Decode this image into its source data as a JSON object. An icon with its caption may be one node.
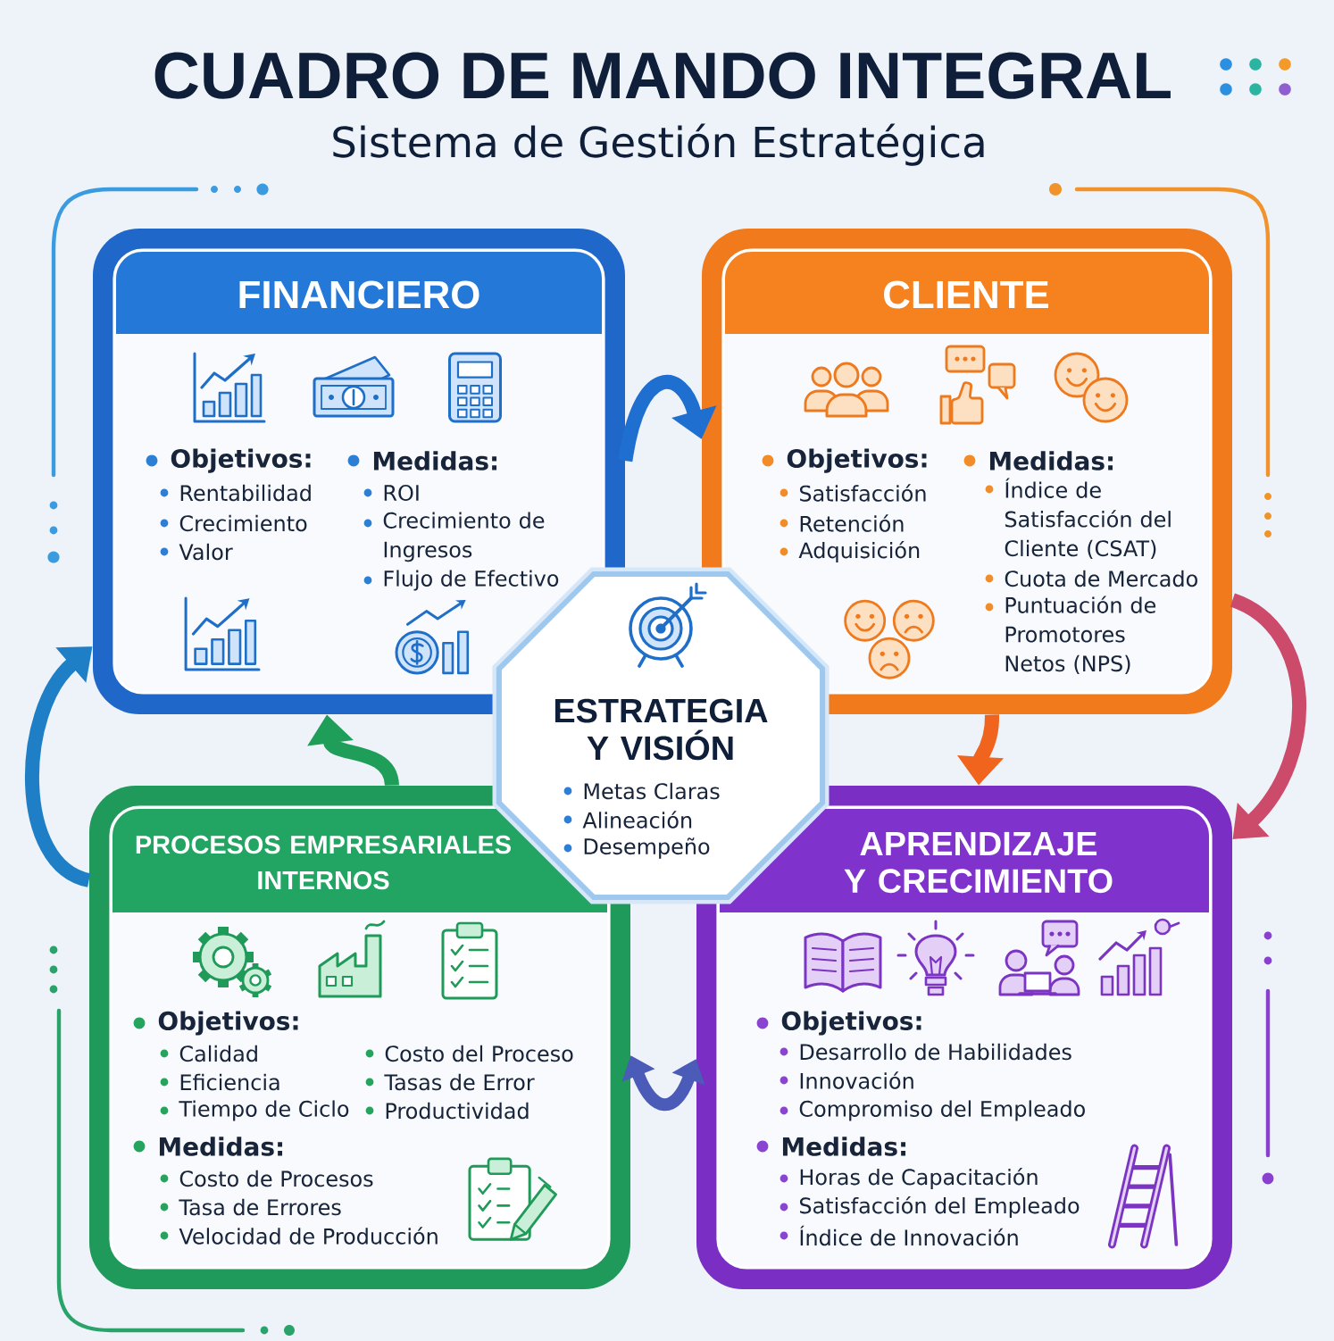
{
  "diagram": {
    "title": "CUADRO DE MANDO INTEGRAL",
    "nodes": [
      {
        "text": [
          "FINANCIERO",
          "Objetivos:",
          "Rentabilidad",
          "Crecimiento",
          "Valor",
          "Medidas:",
          "ROI",
          "Crecimiento de Ingresos",
          "Flujo de Efectivo"
        ]
      },
      {
        "text": [
          "CLIENTE",
          "Objetivos:",
          "Satisfacción",
          "Retención",
          "Adquisición",
          "Medidas:",
          "Índice de Satisfacción del Cliente (CSAT)",
          "Cuota de Mercado",
          "Puntuación de Promotores Netos (NPS)"
        ]
      },
      {
        "text": [
          "ESTRATEGIA Y VISIÓN",
          "Metas Claras",
          "Alineación",
          "Desempeño"
        ]
      },
      {
        "text": [
          "PROCESOS EMPRESARIALES INTERNOS",
          "Objetivos:",
          "Calidad",
          "Eficiencia",
          "Tiempo de Ciclo",
          "Costo del Proceso",
          "Tasas de Error",
          "Productividad",
          "Medidas:",
          "Costo de Procesos",
          "Tasa de Errores",
          "Velocidad de Producción"
        ]
      },
      {
        "text": [
          "APRENDIZAJE Y CRECIMIENTO",
          "Objetivos:",
          "Desarrollo de Habilidades",
          "Innovación",
          "Compromiso del Empleado",
          "Medidas:",
          "Horas de Capacitación",
          "Satisfacción del Empleado",
          "Índice de Innovación"
        ]
      }
    ],
    "edges": [
      {
        "from": 0,
        "to": 1,
        "arrow": "to",
        "color": "#1f6fd0"
      },
      {
        "from": 1,
        "to": 4,
        "arrow": "to",
        "color": "#f0641e"
      },
      {
        "from": 1,
        "to": 4,
        "arrow": "to",
        "color": "#cc4a6a"
      },
      {
        "from": 3,
        "to": 4,
        "arrow": "both",
        "color": "#4a5bb8"
      },
      {
        "from": 3,
        "to": 0,
        "arrow": "to",
        "color": "#1f9e5a"
      },
      {
        "from": 3,
        "to": 0,
        "arrow": "to",
        "color": "#1e7fc6"
      }
    ],
    "labels": [
      "Sistema de Gestión Estratégica"
    ]
  }
}
